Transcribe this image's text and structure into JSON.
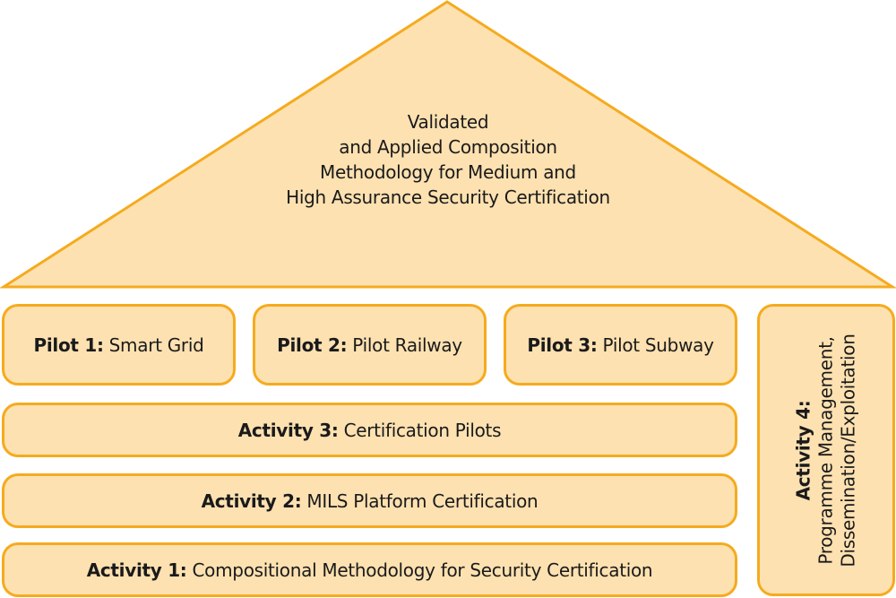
{
  "colors": {
    "fill": "#fde1b1",
    "stroke": "#f5ab1e",
    "text": "#1a1a1a"
  },
  "roof": {
    "lines": [
      "Validated",
      "and Applied Composition",
      "Methodology for Medium and",
      "High Assurance Security Certification"
    ]
  },
  "pilots": [
    {
      "label": "Pilot 1:",
      "text": "Smart Grid"
    },
    {
      "label": "Pilot 2:",
      "text": "Pilot Railway"
    },
    {
      "label": "Pilot 3:",
      "text": "Pilot Subway"
    }
  ],
  "activities": {
    "a3": {
      "label": "Activity 3:",
      "text": "Certification Pilots"
    },
    "a2": {
      "label": "Activity 2:",
      "text": "MILS Platform Certification"
    },
    "a1": {
      "label": "Activity 1:",
      "text": "Compositional Methodology for Security Certification"
    },
    "a4": {
      "label": "Activity 4:",
      "lines": [
        "Programme Management,",
        "Dissemination/Exploitation"
      ]
    }
  }
}
